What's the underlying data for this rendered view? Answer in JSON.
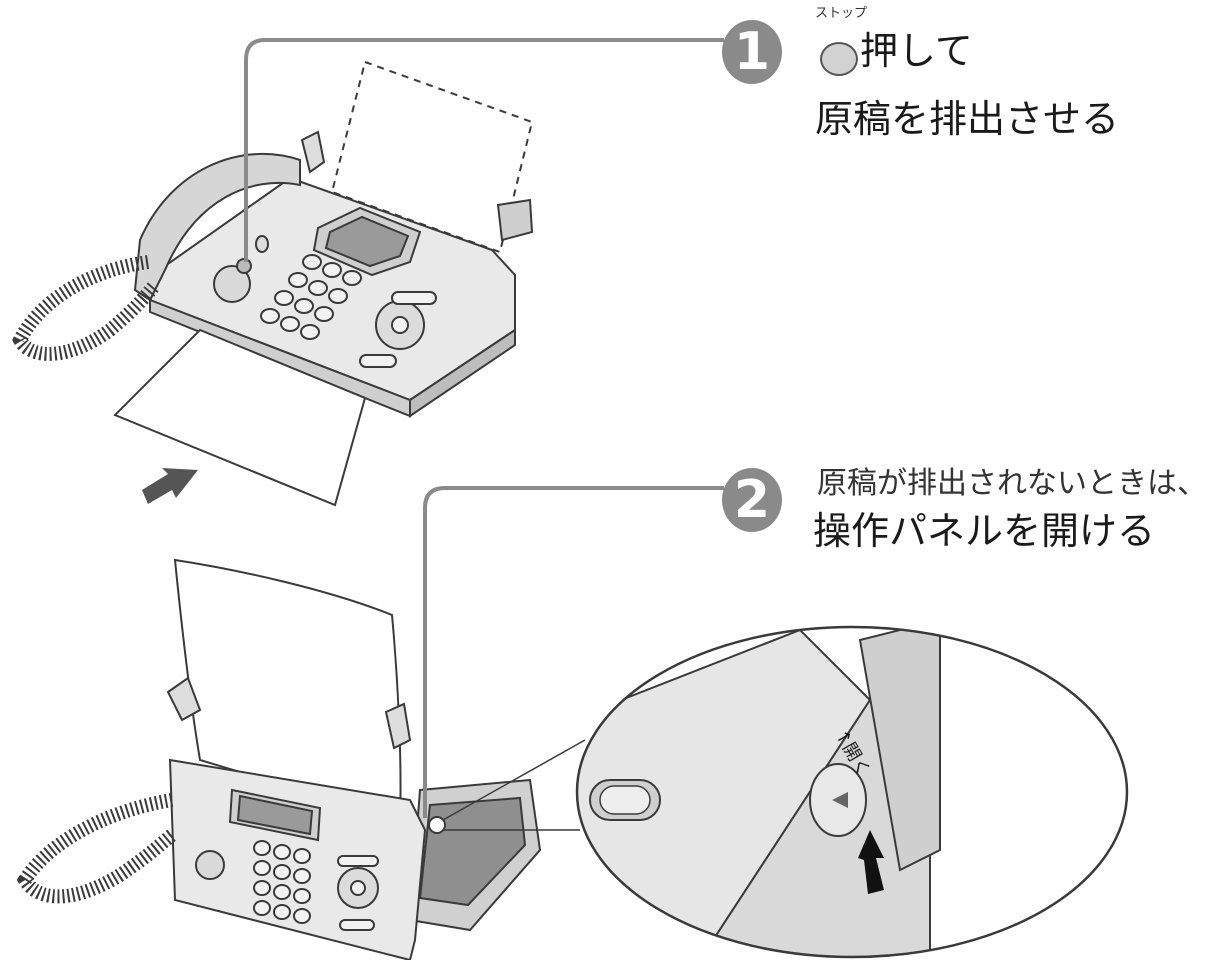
{
  "step1": {
    "number": "1",
    "button_label": "ストップ",
    "line1_suffix": "押して",
    "line2": "原稿を排出させる"
  },
  "step2": {
    "number": "2",
    "line1": "原稿が排出されないときは、",
    "line2": "操作パネルを開ける"
  },
  "zoom": {
    "lever_label": "↑開く"
  },
  "colors": {
    "badge": "#8a8a8a",
    "line": "#8a8a8a",
    "device": "#e4e4e4",
    "outline": "#3a3a3a"
  }
}
